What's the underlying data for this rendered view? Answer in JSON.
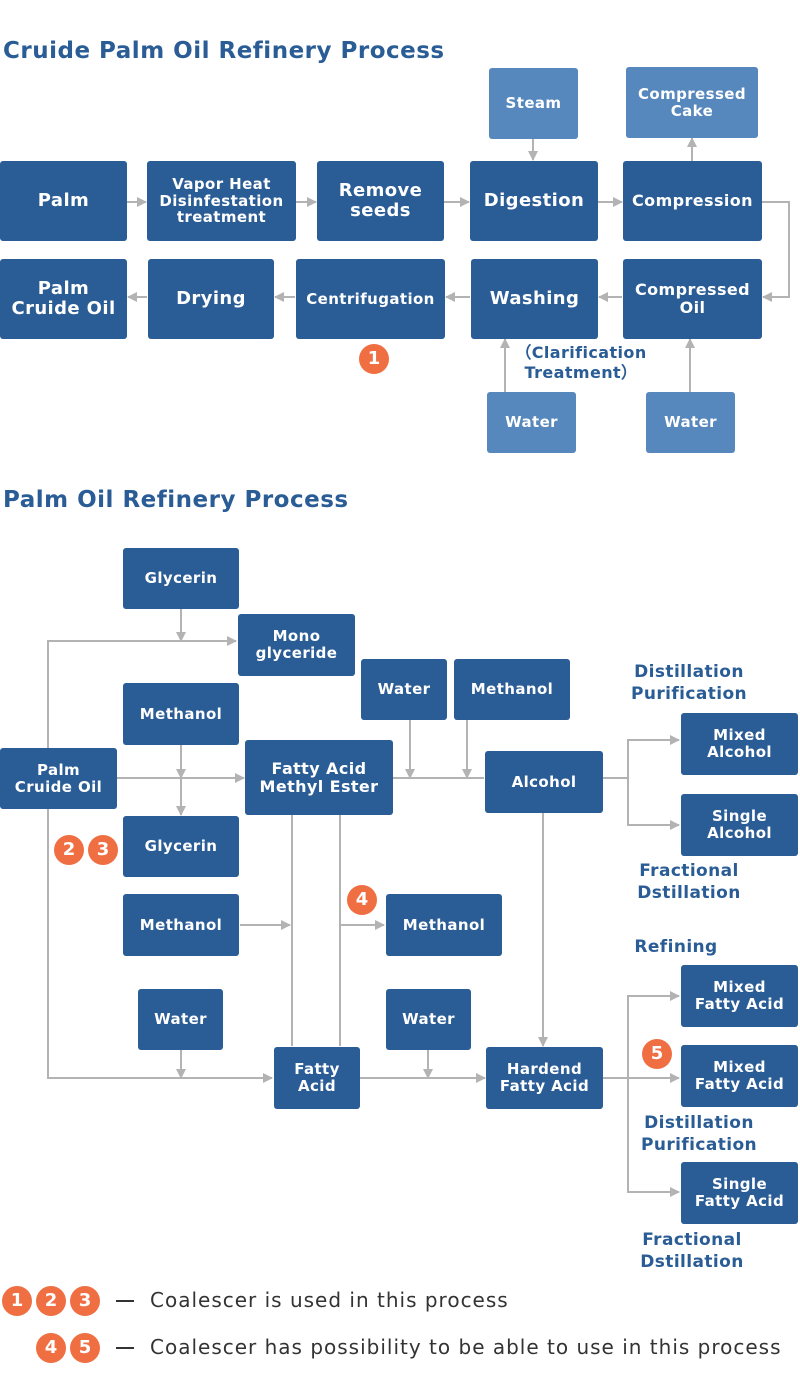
{
  "crude_section": {
    "title": "Cruide Palm Oil Refinery Process",
    "nodes": {
      "palm": "Palm",
      "vapor": "Vapor Heat\nDisinfestation\ntreatment",
      "remove_seeds": "Remove\nseeds",
      "digestion": "Digestion",
      "compression": "Compression",
      "steam": "Steam",
      "compressed_cake": "Compressed\nCake",
      "compressed_oil": "Compressed\nOil",
      "washing": "Washing",
      "centrifugation": "Centrifugation",
      "drying": "Drying",
      "palm_crude_oil": "Palm\nCruide Oil",
      "water_1": "Water",
      "water_2": "Water"
    },
    "labels": {
      "clarification": "（Clarification\nTreatment）"
    },
    "badges": {
      "b1": "1"
    }
  },
  "refinery_section": {
    "title": "Palm Oil Refinery Process",
    "nodes": {
      "glycerin_top": "Glycerin",
      "monoglyceride": "Mono\nglyceride",
      "water_top": "Water",
      "methanol_top_right": "Methanol",
      "methanol_left_1": "Methanol",
      "palm_crude_oil": "Palm\nCruide Oil",
      "fame": "Fatty Acid\nMethyl Ester",
      "alcohol": "Alcohol",
      "mixed_alcohol": "Mixed\nAlcohol",
      "single_alcohol": "Single\nAlcohol",
      "glycerin_mid": "Glycerin",
      "methanol_left_2": "Methanol",
      "methanol_right": "Methanol",
      "water_left": "Water",
      "water_mid": "Water",
      "fatty_acid": "Fatty\nAcid",
      "hardened_fatty_acid": "Hardend\nFatty Acid",
      "mixed_fatty_acid_1": "Mixed\nFatty Acid",
      "mixed_fatty_acid_2": "Mixed\nFatty Acid",
      "single_fatty_acid": "Single\nFatty Acid"
    },
    "labels": {
      "distillation_purification_1": "Distillation\nPurification",
      "fractional_distillation_1": "Fractional\nDstillation",
      "refining": "Refining",
      "distillation_purification_2": "Distillation\nPurification",
      "fractional_distillation_2": "Fractional\nDstillation"
    },
    "badges": {
      "b2": "2",
      "b3": "3",
      "b4": "4",
      "b5": "5"
    }
  },
  "legend": [
    {
      "badges": [
        "1",
        "2",
        "3"
      ],
      "text": "Coalescer is used in this process"
    },
    {
      "badges": [
        "4",
        "5"
      ],
      "text": "Coalescer has possibility to be able to use in this process"
    }
  ],
  "colors": {
    "node_dark": "#2a5c95",
    "node_light": "#5687bd",
    "connector": "#b3b3b3",
    "badge": "#ef6f43",
    "title": "#2a5c95"
  }
}
